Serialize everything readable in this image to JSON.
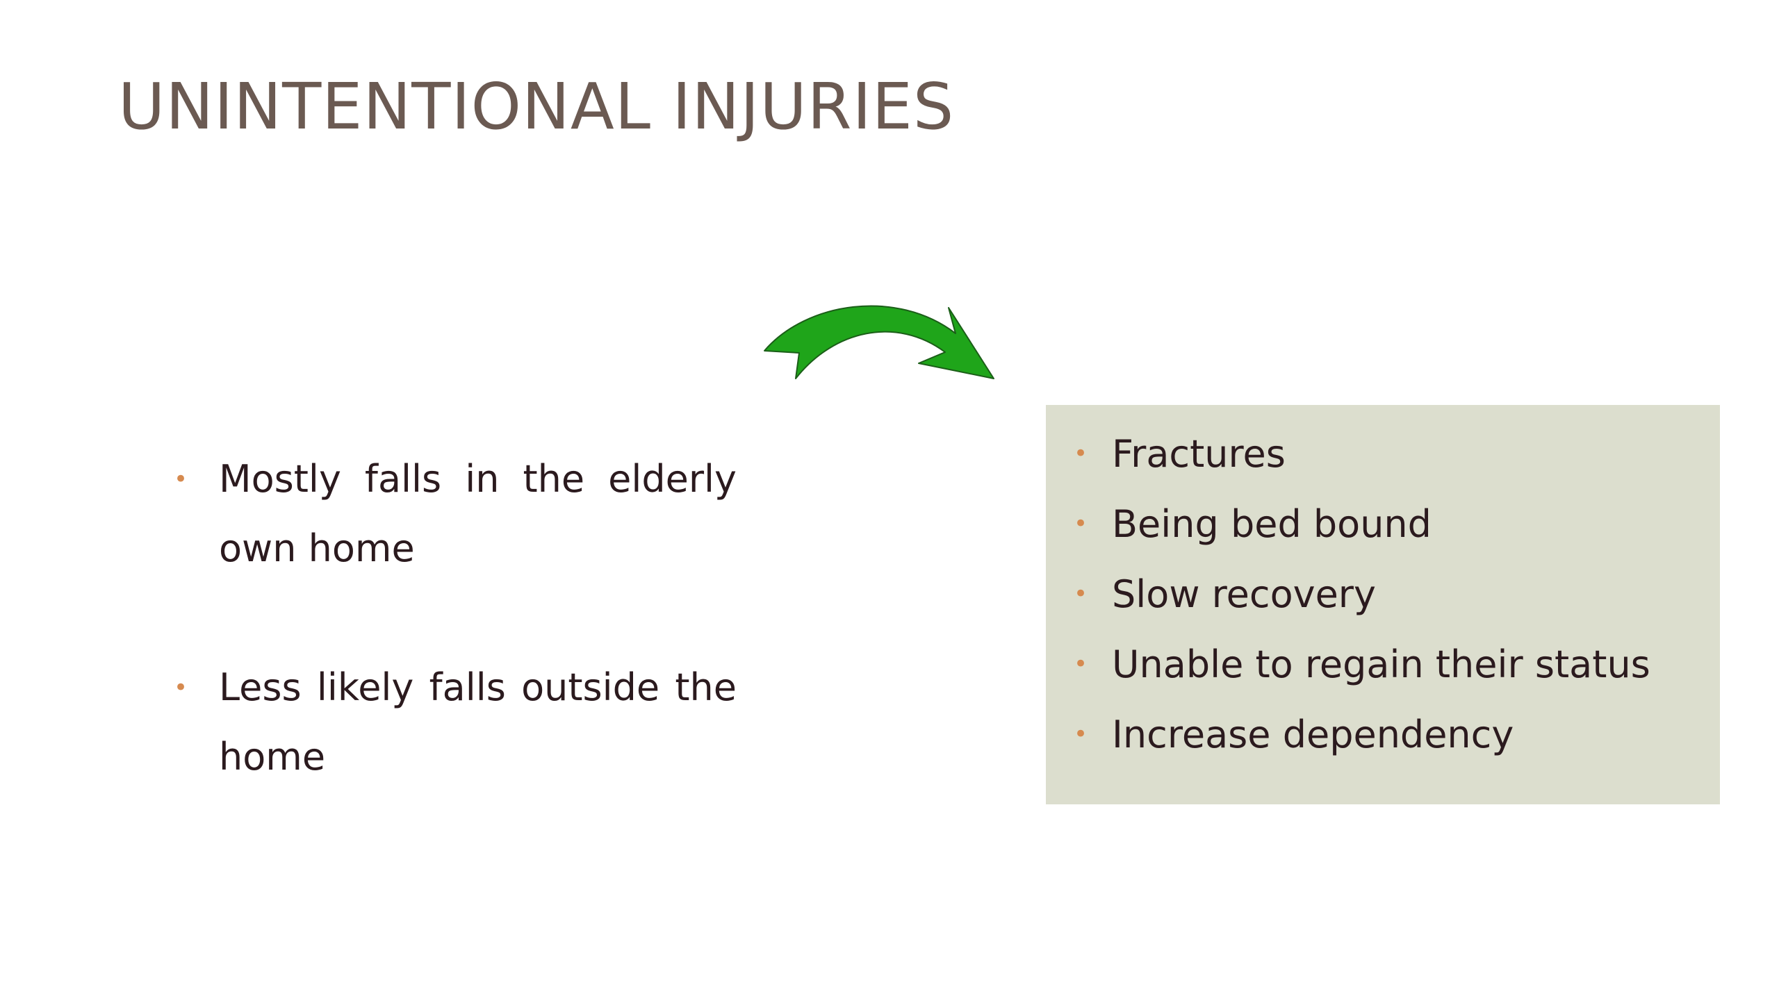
{
  "slide": {
    "title": "UNINTENTIONAL INJURIES",
    "left_items": [
      {
        "text": "Mostly falls in the elderly own home"
      },
      {
        "text": "Less likely falls outside the home"
      }
    ],
    "right_items": [
      {
        "text": "Fractures"
      },
      {
        "text": "Being bed bound"
      },
      {
        "text": "Slow recovery"
      },
      {
        "text": "Unable to regain their status"
      },
      {
        "text": "Increase dependency"
      }
    ],
    "bullet_glyph": "•",
    "colors": {
      "title": "#6b5a52",
      "text": "#2b1a1e",
      "bullet": "#d68a4f",
      "box_fill": "#dcdece",
      "arrow_fill": "#1fa51a",
      "arrow_stroke": "#1b5e18"
    },
    "arrow_icon": "curved-arrow-right-icon"
  }
}
